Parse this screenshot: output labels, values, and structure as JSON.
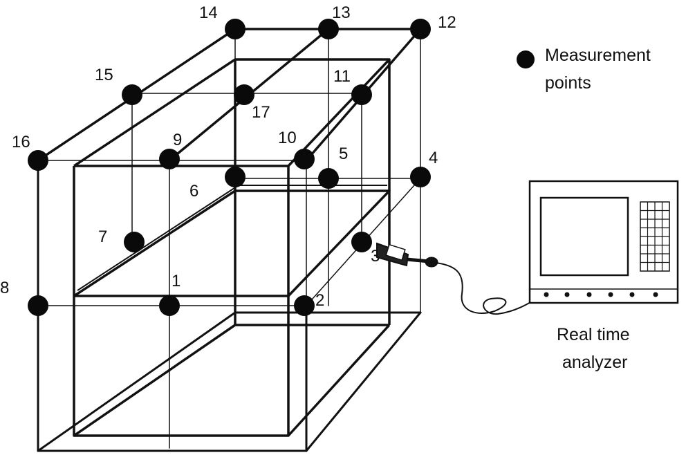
{
  "colors": {
    "line": "#111111",
    "point": "#0a0a0a",
    "background": "#ffffff"
  },
  "legend": {
    "line1": "Measurement",
    "line2": "points",
    "icon": "filled-circle-icon"
  },
  "analyzer": {
    "label_line1": "Real time",
    "label_line2": "analyzer"
  },
  "points": [
    {
      "id": "1",
      "label": "1"
    },
    {
      "id": "2",
      "label": "2"
    },
    {
      "id": "3",
      "label": "3"
    },
    {
      "id": "4",
      "label": "4"
    },
    {
      "id": "5",
      "label": "5"
    },
    {
      "id": "6",
      "label": "6"
    },
    {
      "id": "7",
      "label": "7"
    },
    {
      "id": "8",
      "label": "8"
    },
    {
      "id": "9",
      "label": "9"
    },
    {
      "id": "10",
      "label": "10"
    },
    {
      "id": "11",
      "label": "11"
    },
    {
      "id": "12",
      "label": "12"
    },
    {
      "id": "13",
      "label": "13"
    },
    {
      "id": "14",
      "label": "14"
    },
    {
      "id": "15",
      "label": "15"
    },
    {
      "id": "16",
      "label": "16"
    },
    {
      "id": "17",
      "label": "17"
    }
  ]
}
